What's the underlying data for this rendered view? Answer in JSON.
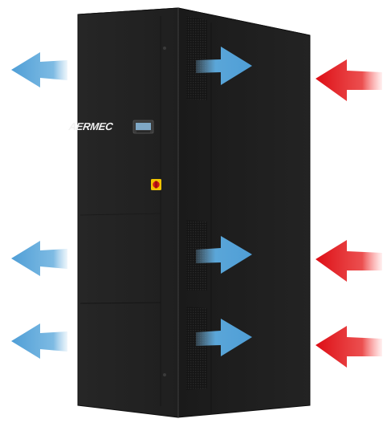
{
  "brand": {
    "logo_text": "AERMEC"
  },
  "colors": {
    "cabinet_front": "#232323",
    "cabinet_side": "#1c1c1c",
    "cabinet_top": "#2e2e2e",
    "outline": "#101010",
    "air_out": "#5aa6d9",
    "air_in": "#e0121b",
    "switch_body": "#f2c300",
    "switch_knob": "#d01818",
    "display_screen": "#7fa8c6"
  },
  "arrows": {
    "left_outgoing_count": 3,
    "middle_through_count": 3,
    "right_incoming_count": 3
  },
  "controls": {
    "display_icon": "control-display-icon",
    "switch_icon": "isolator-switch-icon"
  }
}
